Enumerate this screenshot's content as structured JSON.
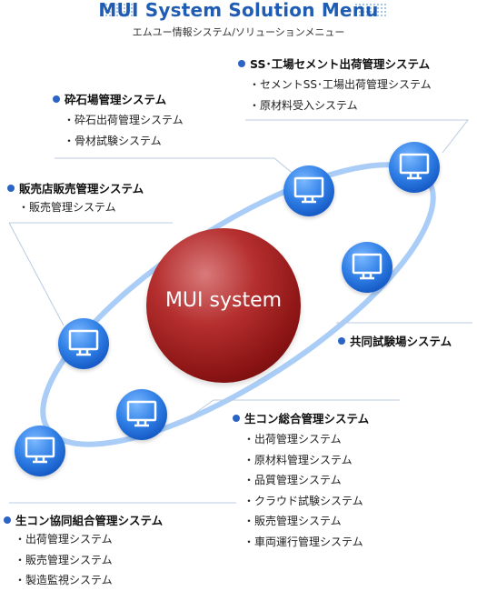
{
  "header": {
    "title": "MUI System Solution Menu",
    "subtitle": "エムユー情報システム/ソリューションメニュー"
  },
  "center": {
    "label": "MUI system"
  },
  "groups": {
    "ss_cement": {
      "heading": "SS･工場セメント出荷管理システム",
      "items": [
        "セメントSS･工場出荷管理システム",
        "原材料受入システム"
      ]
    },
    "quarry": {
      "heading": "砕石場管理システム",
      "items": [
        "砕石出荷管理システム",
        "骨材試験システム"
      ]
    },
    "dealer": {
      "heading": "販売店販売管理システム",
      "items": [
        "販売管理システム"
      ]
    },
    "joint_lab": {
      "heading": "共同試験場システム",
      "items": []
    },
    "namacon_total": {
      "heading": "生コン総合管理システム",
      "items": [
        "出荷管理システム",
        "原材料管理システム",
        "品質管理システム",
        "クラウド試験システム",
        "販売管理システム",
        "車両運行管理システム"
      ]
    },
    "namacon_union": {
      "heading": "生コン協同組合管理システム",
      "items": [
        "出荷管理システム",
        "販売管理システム",
        "製造監視システム"
      ]
    }
  },
  "colors": {
    "accent": "#1f5cb3",
    "bullet": "#2b64c4",
    "sphere": "#b52f2f",
    "node": "#2f7fe6",
    "orbit": "#a9cdf7"
  },
  "icons": [
    "monitor-icon"
  ]
}
